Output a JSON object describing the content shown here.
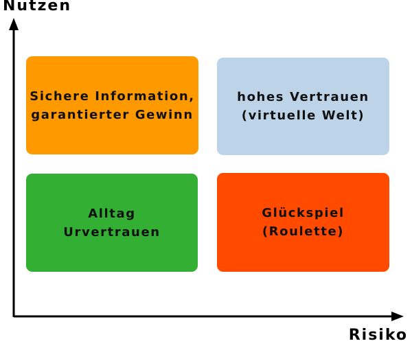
{
  "axes": {
    "y_label": "Nutzen",
    "x_label": "Risiko"
  },
  "quadrants": [
    {
      "id": "top-left",
      "text": "Sichere Information,\ngarantierter Gewinn",
      "color": "#FF9900"
    },
    {
      "id": "top-right",
      "text": "hohes Vertrauen\n(virtuelle Welt)",
      "color": "#BCD3E8"
    },
    {
      "id": "bottom-left",
      "text": "Alltag\nUrvertrauen",
      "color": "#33B033"
    },
    {
      "id": "bottom-right",
      "text": "Glückspiel\n(Roulette)",
      "color": "#FF4A00"
    }
  ]
}
